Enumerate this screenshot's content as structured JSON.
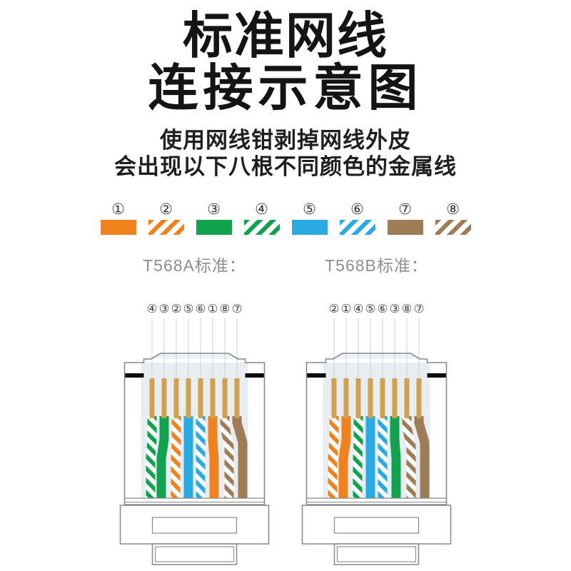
{
  "page": {
    "title_line1": "标准网线",
    "title_line2": "连接示意图",
    "subtitle_line1": "使用网线钳剥掉网线外皮",
    "subtitle_line2": "会出现以下八根不同颜色的金属线"
  },
  "colors": {
    "orange": "#F0821E",
    "green": "#10A24C",
    "blue": "#29AAE3",
    "brown": "#9E7C55",
    "gold": "#D0A14F",
    "panel": "#E8EDF2",
    "tab": "#ECF2F6",
    "outline": "#85898E",
    "black_bar": "#0D0D0D",
    "guide_line": "#CDD1D4",
    "number_text": "#3D3D3D"
  },
  "legend": {
    "items": [
      {
        "number": "①",
        "color": "orange",
        "striped": false,
        "label": "orange"
      },
      {
        "number": "②",
        "color": "orange",
        "striped": true,
        "label": "white-orange"
      },
      {
        "number": "③",
        "color": "green",
        "striped": false,
        "label": "green"
      },
      {
        "number": "④",
        "color": "green",
        "striped": true,
        "label": "white-green"
      },
      {
        "number": "⑤",
        "color": "blue",
        "striped": false,
        "label": "blue"
      },
      {
        "number": "⑥",
        "color": "blue",
        "striped": true,
        "label": "white-blue"
      },
      {
        "number": "⑦",
        "color": "brown",
        "striped": false,
        "label": "brown"
      },
      {
        "number": "⑧",
        "color": "brown",
        "striped": true,
        "label": "white-brown"
      }
    ]
  },
  "connectors": [
    {
      "label": "T568A标准：",
      "wire_numbers": [
        "④",
        "③",
        "②",
        "⑤",
        "⑥",
        "①",
        "⑧",
        "⑦"
      ],
      "wires": [
        {
          "color": "green",
          "striped": true
        },
        {
          "color": "green",
          "striped": false
        },
        {
          "color": "orange",
          "striped": true
        },
        {
          "color": "blue",
          "striped": false
        },
        {
          "color": "blue",
          "striped": true
        },
        {
          "color": "orange",
          "striped": false
        },
        {
          "color": "brown",
          "striped": true
        },
        {
          "color": "brown",
          "striped": false
        }
      ]
    },
    {
      "label": "T568B标准：",
      "wire_numbers": [
        "②",
        "①",
        "④",
        "⑤",
        "⑥",
        "③",
        "⑧",
        "⑦"
      ],
      "wires": [
        {
          "color": "orange",
          "striped": true
        },
        {
          "color": "orange",
          "striped": false
        },
        {
          "color": "green",
          "striped": true
        },
        {
          "color": "blue",
          "striped": false
        },
        {
          "color": "blue",
          "striped": true
        },
        {
          "color": "green",
          "striped": false
        },
        {
          "color": "brown",
          "striped": true
        },
        {
          "color": "brown",
          "striped": false
        }
      ]
    }
  ]
}
